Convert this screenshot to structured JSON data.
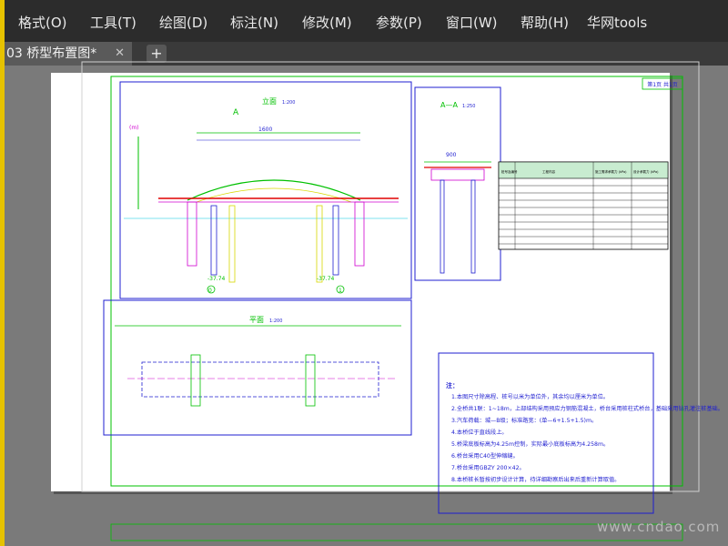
{
  "menu": {
    "items": [
      "格式(O)",
      "工具(T)",
      "绘图(D)",
      "标注(N)",
      "修改(M)",
      "参数(P)",
      "窗口(W)",
      "帮助(H)",
      "华网tools"
    ]
  },
  "tabs": {
    "document": "03 桥型布置图*",
    "close_glyph": "✕",
    "new_glyph": "+"
  },
  "drawing": {
    "page_tag": "第1页 共1页",
    "elevation_title": "立面",
    "elevation_scale": "1:200",
    "plan_title": "平面",
    "plan_scale": "1:200",
    "section_title": "A—A",
    "section_scale": "1:250",
    "section_marker": "A",
    "elev_left_level": "-37.74",
    "elev_right_level": "-37.74",
    "axis_label": "(m)",
    "pier_left": "0",
    "pier_right": "1",
    "span_label": "1600",
    "section_width": "900",
    "table_header": [
      "桩号及编号",
      "工程内容",
      "施工需求承载力 (kPa)",
      "设计承载力 (kPa)"
    ],
    "notes_title": "注：",
    "notes": [
      "1.本图尺寸除高程、桩号以米为单位外，其余均以厘米为单位。",
      "2.全桥共1联：1~18m，上部结构采用预应力钢筋混凝土，桥台采用桩柱式桥台，基础采用钻孔灌注桩基础。",
      "3.汽车荷载：城—B级；标准路宽：(单—6+1.5+1.5)m。",
      "4.本桥位于直线段上。",
      "5.桥梁底板标高为4.25m控制，实际最小底板标高为4.258m。",
      "6.桥台采用C40型伸缩缝。",
      "7.桥台采用GBZY 200×42。",
      "8.本桥桩长暂按初步设计计算，待详细勘察后出来后重新计算取值。"
    ]
  },
  "watermark": "www.cndao.com",
  "colors": {
    "menubar": "#2c2c2c",
    "tabbar": "#3a3a3a",
    "active_tab": "#5a5a5a",
    "viewport": "#7a7a7a",
    "frame": "#e6c200",
    "cad_blue": "#1f1fd0",
    "cad_green": "#00c000",
    "cad_magenta": "#d000d0",
    "cad_red": "#e00000",
    "cad_cyan": "#00c8e0",
    "cad_yellow": "#d8d800"
  }
}
